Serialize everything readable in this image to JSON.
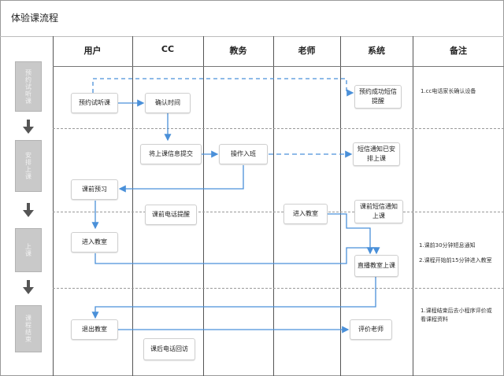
{
  "title": "体验课流程",
  "columns": [
    "用户",
    "CC",
    "教务",
    "老师",
    "系统",
    "备注"
  ],
  "phases": [
    "预约试听课",
    "安排上课",
    "上课",
    "课程结束"
  ],
  "boxes": {
    "book_trial": "预约试听课",
    "confirm_time": "确认时间",
    "book_sms": "预约成功短信提醒",
    "submit_info": "将上课信息提交",
    "assign_class": "操作入班",
    "sms_scheduled": "短信通知已安排上课",
    "preview": "课前预习",
    "pre_call": "课前电话提醒",
    "teacher_enter": "进入教室",
    "sms_class": "课前短信通知上课",
    "enter_room": "进入教室",
    "live_class": "直播教室上课",
    "exit_room": "退出教室",
    "rate_teacher": "评价老师",
    "post_call": "课后电话回访"
  },
  "notes": {
    "n1": "1.cc电话家长确认设备",
    "n2a": "1.课前30分钟短息通知",
    "n2b": "2.课程开始前15分钟进入教室",
    "n3": "1.课程结束后去小程序评价或看课程资料"
  },
  "colors": {
    "arrow": "#4a90d9",
    "grid": "#555555",
    "phase_fill": "#c9c9c9"
  }
}
